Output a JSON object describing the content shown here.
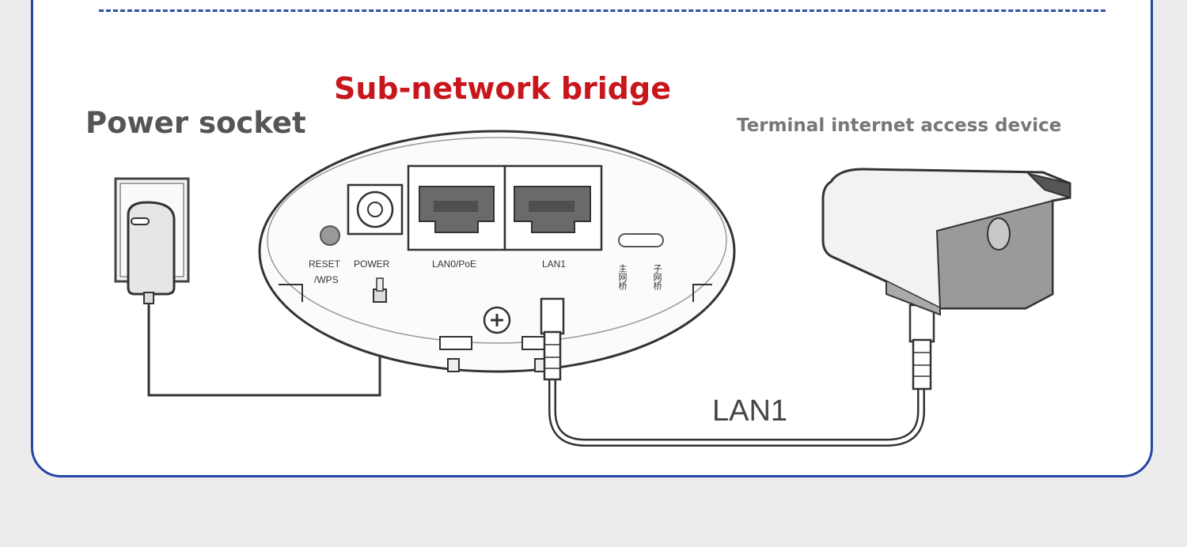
{
  "titles": {
    "bridge": "Sub-network bridge",
    "power_socket": "Power socket",
    "terminal": "Terminal internet access device"
  },
  "device_ports": {
    "reset": "RESET",
    "reset_sub": "/WPS",
    "power": "POWER",
    "lan0": "LAN0/PoE",
    "lan1": "LAN1",
    "switch_main": "主网桥",
    "switch_sub": "子网桥"
  },
  "cable_label": "LAN1",
  "colors": {
    "accent_red": "#c8161d",
    "frame_blue": "#2546a3",
    "text_gray": "#555555"
  }
}
